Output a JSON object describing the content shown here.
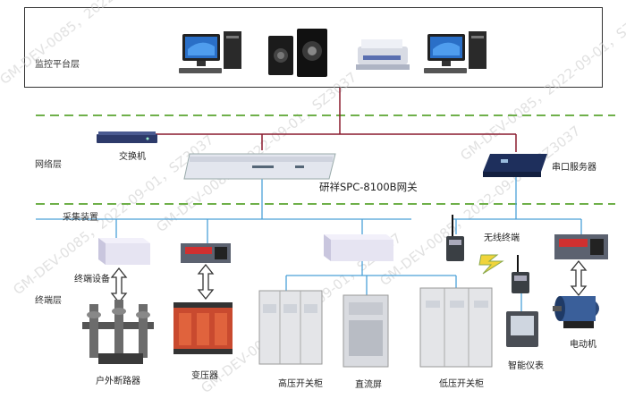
{
  "layers": {
    "monitor": "监控平台层",
    "network": "网络层",
    "acquisition": "采集装置",
    "terminal": "终端层"
  },
  "devices": {
    "switch": "交换机",
    "gateway": "研祥SPC-8100B网关",
    "serial_server": "串口服务器",
    "wireless_terminal": "无线终端",
    "terminal_device": "终端设备",
    "outdoor_breaker": "户外断路器",
    "transformer": "变压器",
    "hv_switchgear": "高压开关柜",
    "dc_panel": "直流屏",
    "lv_switchgear": "低压开关柜",
    "smart_meter": "智能仪表",
    "motor": "电动机"
  },
  "watermark": "GM-DEV-0085，2022-09-01，SZ3037",
  "colors": {
    "trunk_line": "#8a1a2e",
    "branch_line": "#4aa0d8",
    "dashed_line": "#6fb04a",
    "watermark": "#bdbdbd"
  }
}
